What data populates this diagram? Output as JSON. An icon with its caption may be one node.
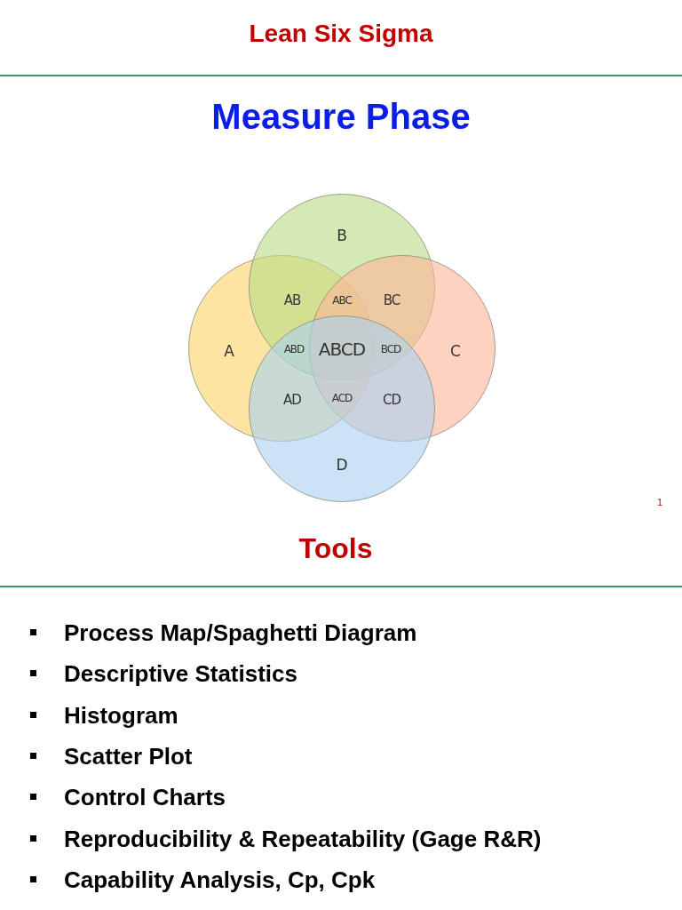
{
  "diagram": {
    "title": "Lean Six Sigma",
    "nodes": [
      {
        "text": [
          "A"
        ]
      },
      {
        "text": [
          "B"
        ]
      },
      {
        "text": [
          "C"
        ]
      },
      {
        "text": [
          "D"
        ]
      }
    ],
    "labels": [
      "Measure Phase",
      "AB",
      "ABC",
      "BC",
      "ABD",
      "ABCD",
      "BCD",
      "AD",
      "ACD",
      "CD",
      "1",
      "Tools",
      "Process Map/Spaghetti Diagram",
      "Descriptive Statistics",
      "Histogram",
      "Scatter Plot",
      "Control Charts",
      "Reproducibility & Repeatability (Gage R&R)",
      "Capability Analysis, Cp, Cpk"
    ]
  }
}
